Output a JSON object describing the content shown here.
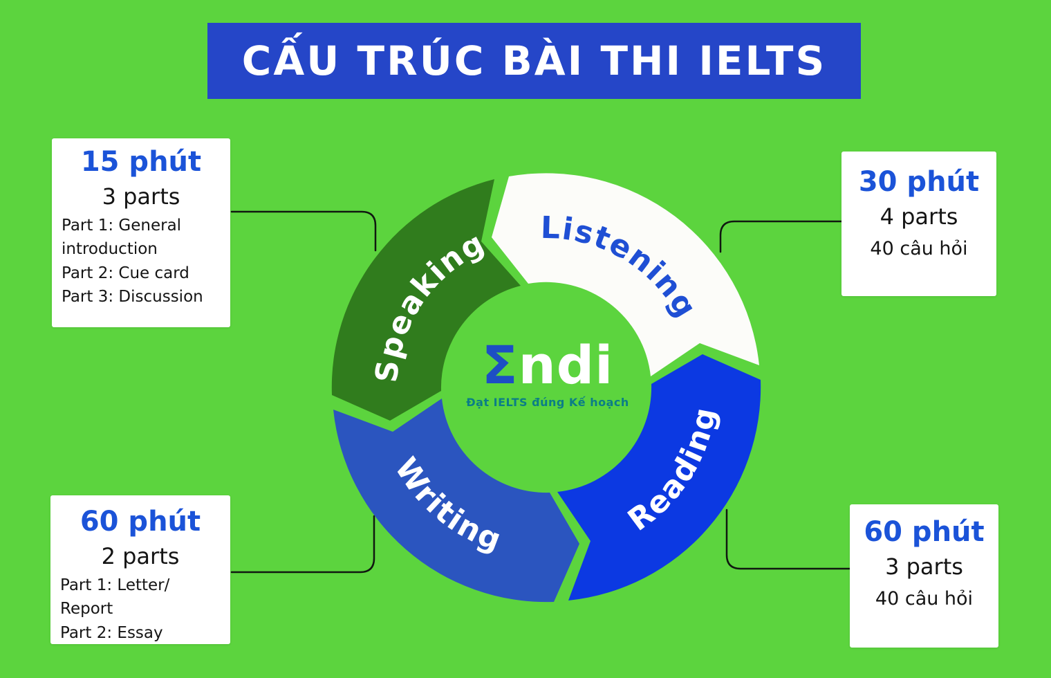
{
  "title": "CẤU TRÚC BÀI THI IELTS",
  "colors": {
    "background": "#5CD43E",
    "title_bar": "#2546C8",
    "title_text": "#FFFFFF",
    "duration_blue": "#1B53D8",
    "body_text": "#141414",
    "connector": "#101810",
    "speaking_fill": "#307C1D",
    "speaking_text": "#FFFFFF",
    "listening_fill": "#FCFCF9",
    "listening_text": "#1F4FD4",
    "reading_fill": "#0C39E2",
    "reading_text": "#FFFFFF",
    "writing_fill": "#2B55BF",
    "writing_text": "#FFFFFF",
    "logo_sigma": "#1D4EC4",
    "logo_name": "#FFFFFF",
    "logo_tagline": "#0B7D87"
  },
  "cycle": {
    "segments": [
      {
        "id": "speaking",
        "label": "Speaking"
      },
      {
        "id": "listening",
        "label": "Listening"
      },
      {
        "id": "reading",
        "label": "Reading"
      },
      {
        "id": "writing",
        "label": "Writing"
      }
    ],
    "logo": {
      "sigma": "Σ",
      "name": "ndi",
      "tagline": "Đạt IELTS đúng Kế hoạch"
    }
  },
  "info_boxes": {
    "speaking": {
      "duration": "15 phút",
      "parts": "3 parts",
      "details": [
        "Part 1: General introduction",
        "Part 2: Cue card",
        "Part 3: Discussion"
      ]
    },
    "listening": {
      "duration": "30 phút",
      "parts": "4 parts",
      "questions": "40 câu hỏi"
    },
    "writing": {
      "duration": "60 phút",
      "parts": "2 parts",
      "details": [
        "Part 1: Letter/ Report",
        "Part 2: Essay"
      ]
    },
    "reading": {
      "duration": "60 phút",
      "parts": "3 parts",
      "questions": "40 câu hỏi"
    }
  }
}
